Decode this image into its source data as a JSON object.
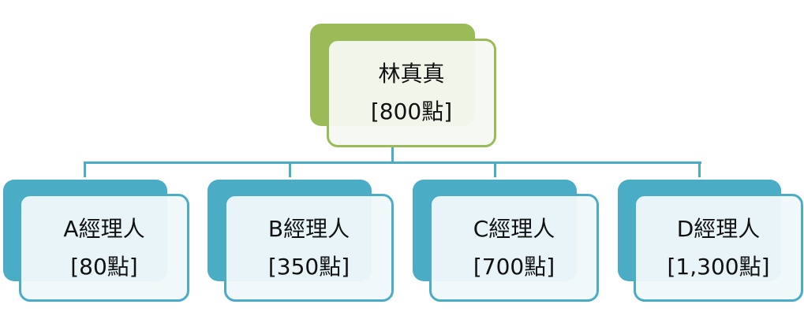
{
  "root": {
    "name": "林真真",
    "points": "[800點]"
  },
  "children": [
    {
      "name": "A經理人",
      "points": "[80點]"
    },
    {
      "name": "B經理人",
      "points": "[350點]"
    },
    {
      "name": "C經理人",
      "points": "[700點]"
    },
    {
      "name": "D經理人",
      "points": "[1,300點]"
    }
  ],
  "colors": {
    "root": "#9bbb59",
    "child": "#4bacc6"
  }
}
